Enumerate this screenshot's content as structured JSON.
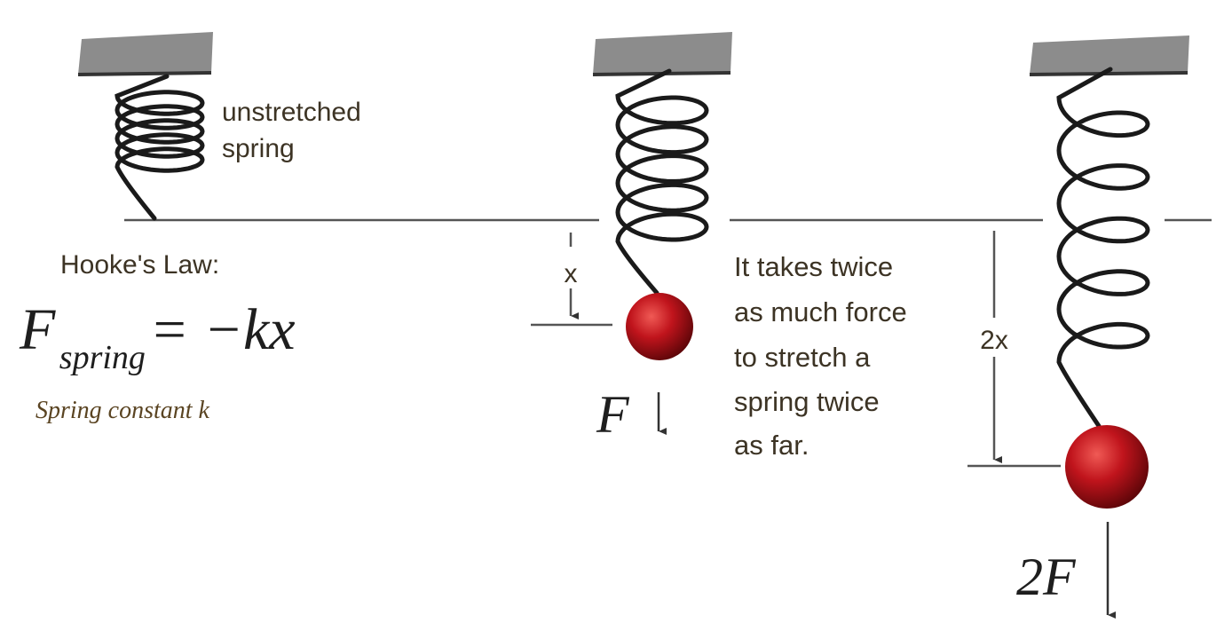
{
  "labels": {
    "unstretched_line1": "unstretched",
    "unstretched_line2": "spring",
    "hookes_law": "Hooke's Law:",
    "formula_F": "F",
    "formula_sub": "spring",
    "formula_rhs": "= −kx",
    "spring_constant": "Spring constant k",
    "x": "x",
    "two_x": "2x",
    "force_F": "F",
    "force_2F": "2F",
    "explanation": [
      "It takes twice",
      "as much force",
      "to stretch a",
      "spring twice",
      "as far."
    ]
  },
  "colors": {
    "support": "#8c8c8c",
    "spring": "#1a1a1a",
    "line": "#555555",
    "ball": "#b0141c",
    "text": "#3c3324",
    "caption": "#5a4422"
  }
}
